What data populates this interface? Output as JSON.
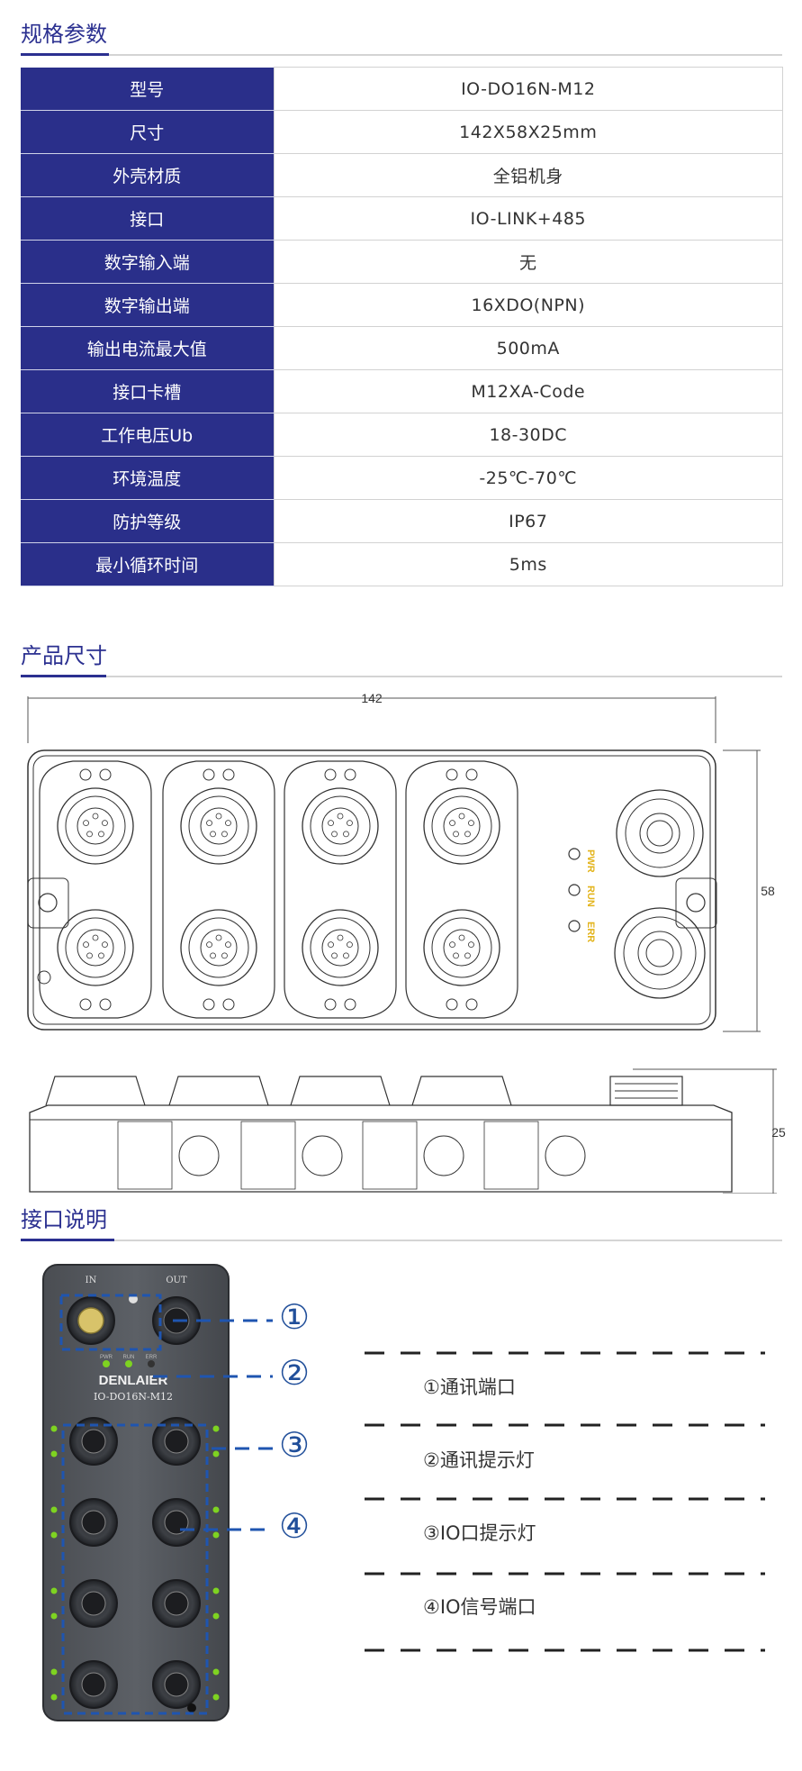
{
  "sections": {
    "specs_title": "规格参数",
    "dims_title": "产品尺寸",
    "interface_title": "接口说明"
  },
  "specs": [
    {
      "label": "型号",
      "value": "IO-DO16N-M12"
    },
    {
      "label": "尺寸",
      "value": "142X58X25mm"
    },
    {
      "label": "外壳材质",
      "value": "全铝机身"
    },
    {
      "label": "接口",
      "value": "IO-LINK+485"
    },
    {
      "label": "数字输入端",
      "value": "无"
    },
    {
      "label": "数字输出端",
      "value": "16XDO(NPN)"
    },
    {
      "label": "输出电流最大值",
      "value": "500mA"
    },
    {
      "label": "接口卡槽",
      "value": "M12XA-Code"
    },
    {
      "label": "工作电压Ub",
      "value": "18-30DC"
    },
    {
      "label": "环境温度",
      "value": "-25℃-70℃"
    },
    {
      "label": "防护等级",
      "value": "IP67"
    },
    {
      "label": "最小循环时间",
      "value": "5ms"
    }
  ],
  "dimensions": {
    "width": "142",
    "height": "58",
    "depth": "25",
    "led_labels": [
      "PWR",
      "RUN",
      "ERR"
    ]
  },
  "device": {
    "port_in": "IN",
    "port_out": "OUT",
    "led_labels": [
      "PWR",
      "RUN",
      "ERR"
    ],
    "brand": "DENLAIER",
    "model": "IO-DO16N-M12"
  },
  "callouts": [
    "①",
    "②",
    "③",
    "④"
  ],
  "legend": [
    "①通讯端口",
    "②通讯提示灯",
    "③IO口提示灯",
    "④IO信号端口"
  ],
  "colors": {
    "brand_blue": "#2b3090",
    "table_header": "#2a2f8a",
    "callout_blue": "#214f9a",
    "led_yellow": "#e3b41c",
    "led_green": "#7ed321"
  }
}
